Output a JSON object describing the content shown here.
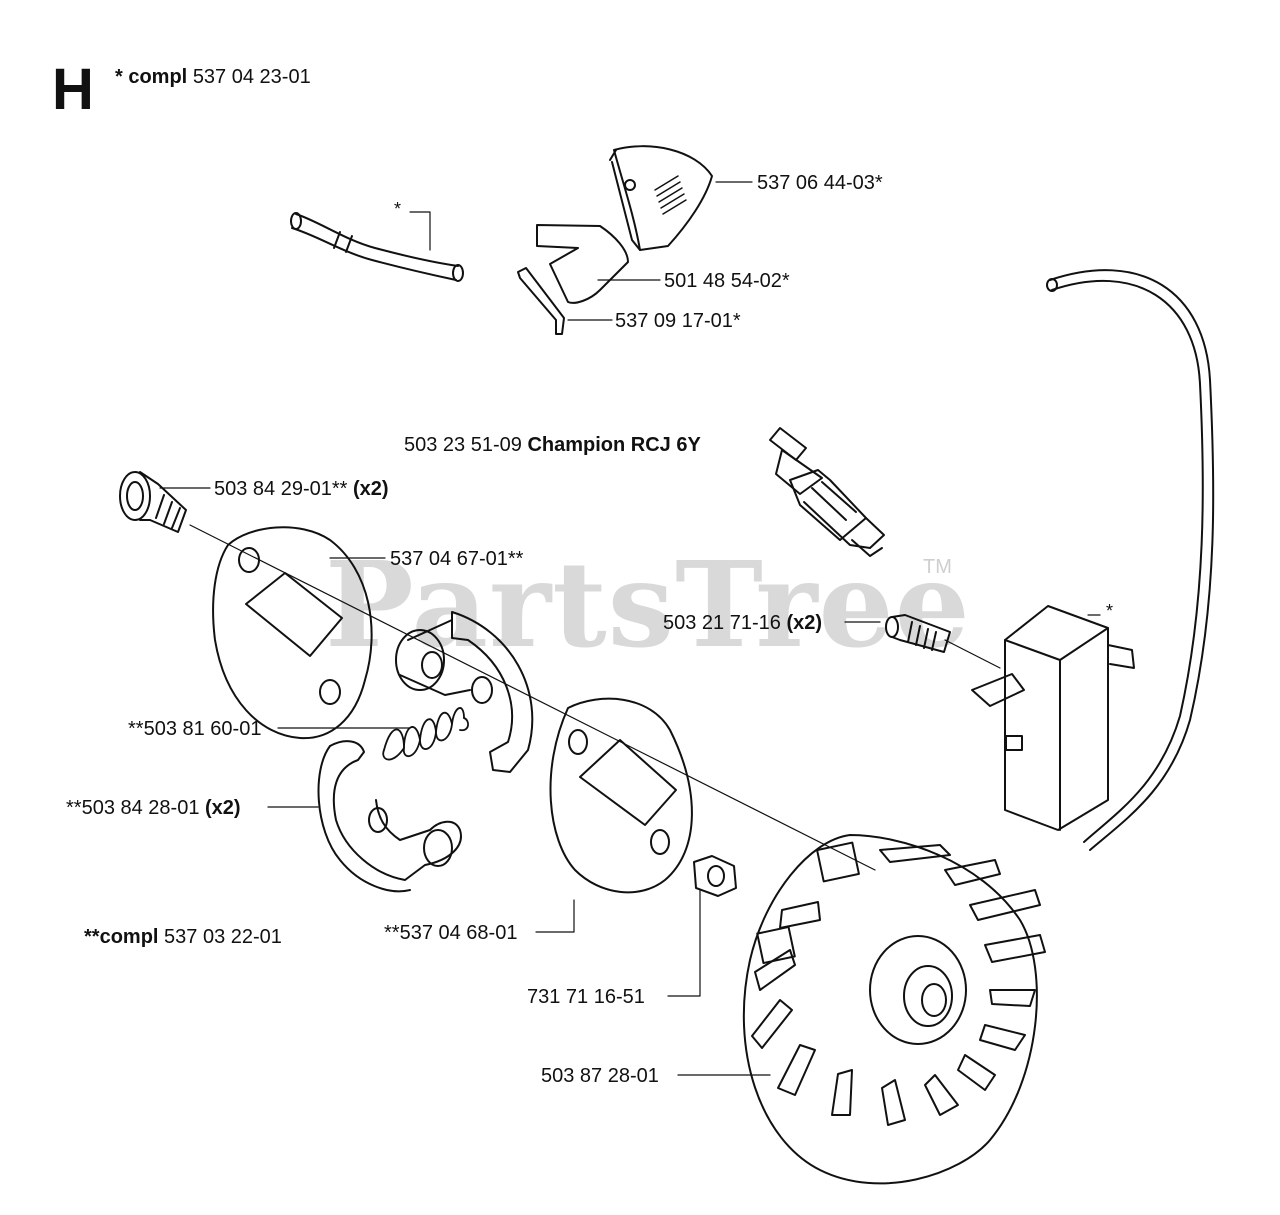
{
  "header": {
    "section_letter": "H",
    "compl_prefix": "* compl",
    "compl_number": "537 04 23-01"
  },
  "watermark": {
    "text": "PartsTree",
    "tm": "TM"
  },
  "labels": {
    "p_537_06_44_03": "537 06 44-03*",
    "p_501_48_54_02": "501 48 54-02*",
    "p_537_09_17_01": "537 09 17-01*",
    "fuel_hose_star": "*",
    "p_503_23_51_09": "503 23 51-09",
    "p_503_23_51_09_note": "Champion RCJ 6Y",
    "p_503_84_29_01": "503 84 29-01**",
    "p_503_84_29_01_qty": "(x2)",
    "p_537_04_67_01": "537 04 67-01**",
    "p_503_21_71_16": "503 21 71-16",
    "p_503_21_71_16_qty": "(x2)",
    "module_star": "*",
    "p_503_81_60_01": "**503 81 60-01",
    "p_503_84_28_01": "**503 84 28-01",
    "p_503_84_28_01_qty": "(x2)",
    "compl2_prefix": "**compl",
    "compl2_number": "537 03 22-01",
    "p_537_04_68_01": "**537 04 68-01",
    "p_731_71_16_51": "731 71 16-51",
    "p_503_87_28_01": "503 87 28-01"
  }
}
